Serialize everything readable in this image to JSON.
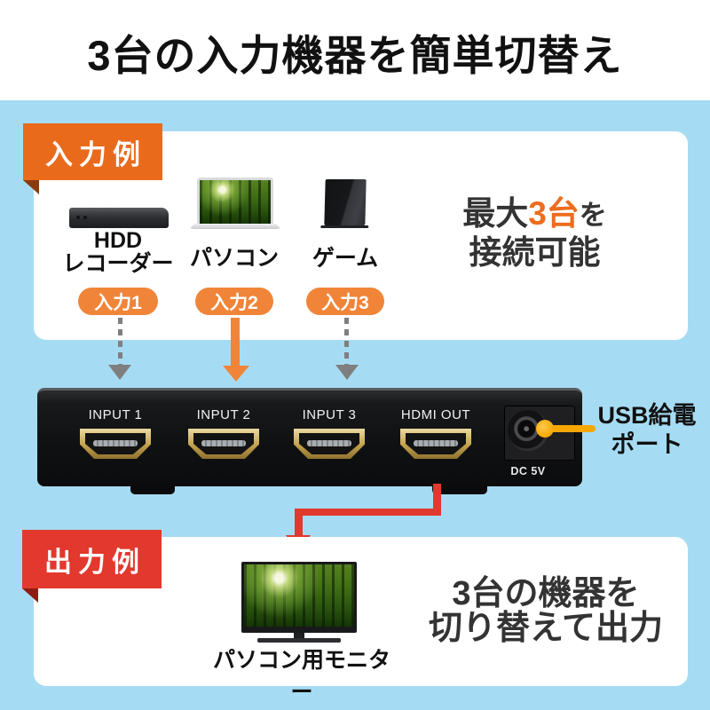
{
  "title": "3台の入力機器を簡単切替え",
  "colors": {
    "bg_blue": "#a6dcf3",
    "ribbon_orange": "#ea6a1c",
    "ribbon_orange_fold": "#8a3a0e",
    "ribbon_red": "#e2382d",
    "ribbon_red_fold": "#8e1c15",
    "accent_orange": "#f08539",
    "accent_orange_text": "#ed6c1e",
    "arrow_gray": "#7f7f7f",
    "connector_red": "#e0392e",
    "callout_yellow": "#f5a700",
    "text_dark": "#333333"
  },
  "input_section": {
    "ribbon_label": "入力例",
    "devices": [
      {
        "label": "HDD\nレコーダー",
        "badge": "入力1"
      },
      {
        "label": "パソコン",
        "badge": "入力2"
      },
      {
        "label": "ゲーム",
        "badge": "入力3"
      }
    ],
    "note": {
      "prefix": "最大",
      "highlight": "3台",
      "suffix": "を",
      "line2": "接続可能"
    }
  },
  "switcher": {
    "port_labels": [
      "INPUT 1",
      "INPUT 2",
      "INPUT 3",
      "HDMI OUT"
    ],
    "dc_label": "DC 5V",
    "callout": {
      "line1": "USB給電",
      "line2": "ポート"
    }
  },
  "output_section": {
    "ribbon_label": "出力例",
    "monitor_label": "パソコン用モニター",
    "note": {
      "line1": "3台の機器を",
      "line2": "切り替えて出力"
    }
  }
}
